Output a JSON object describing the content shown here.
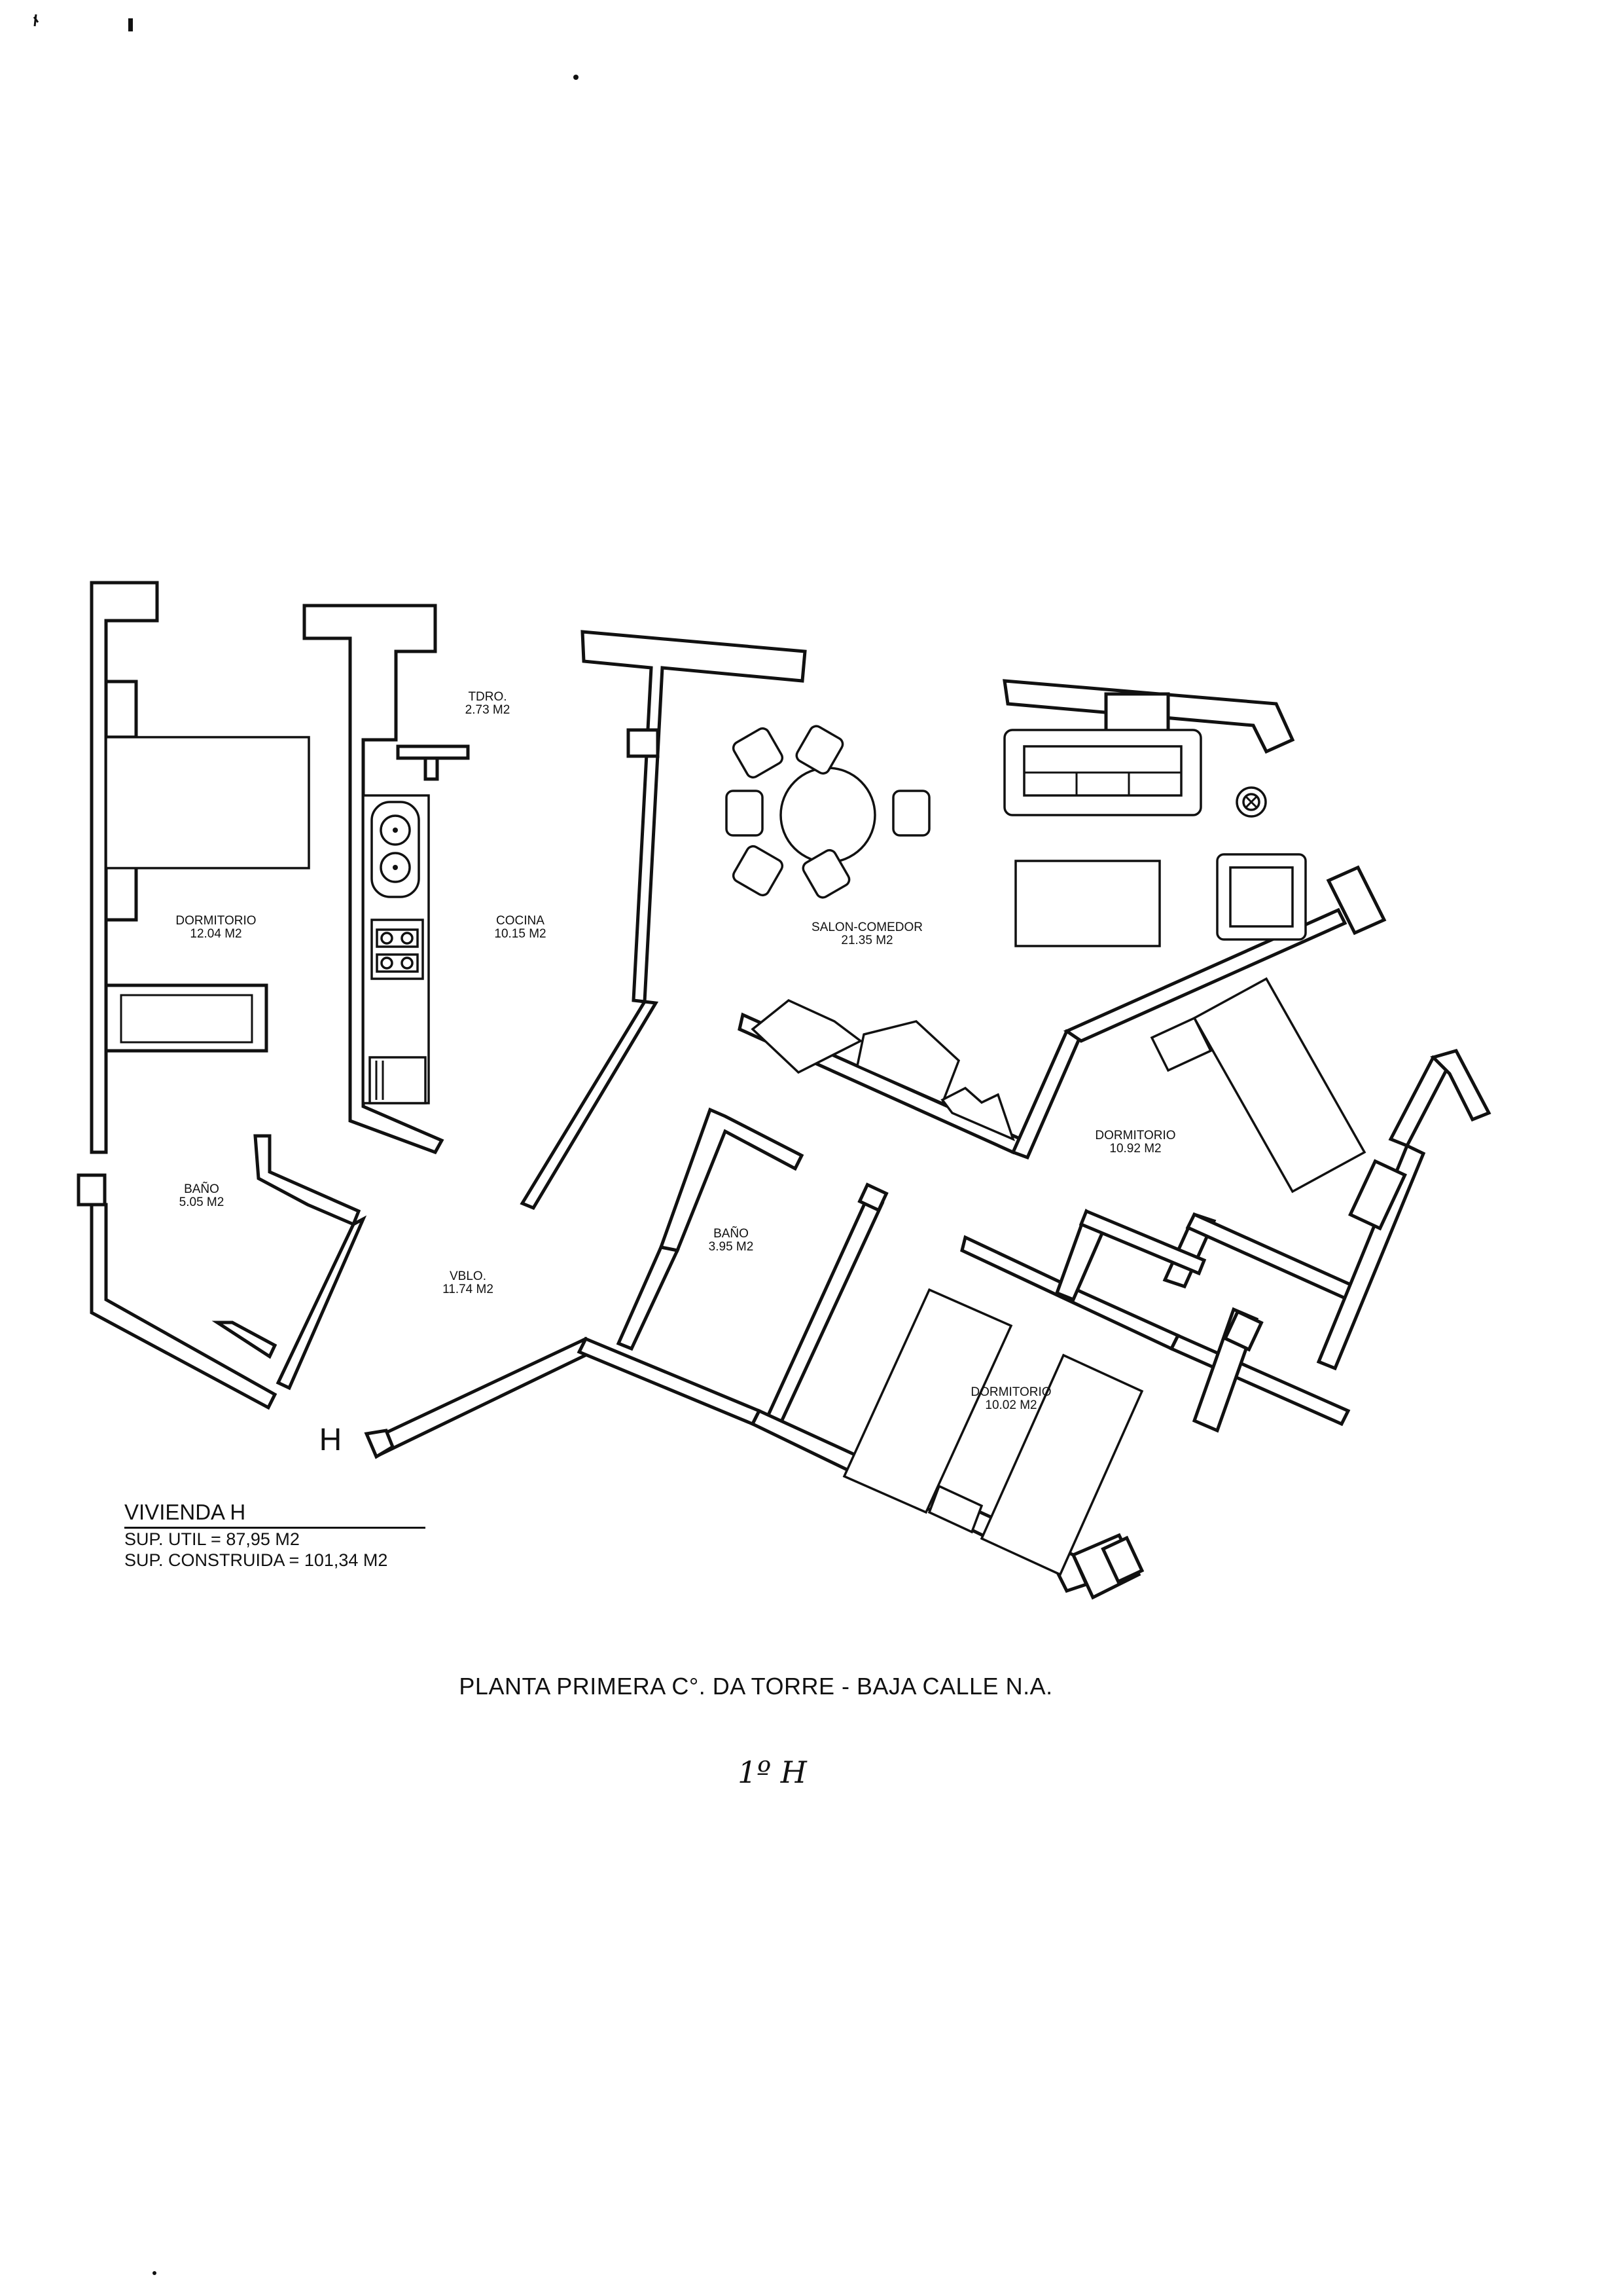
{
  "rooms": {
    "dormitorio_1": {
      "name": "DORMITORIO",
      "area": "12.04 M2"
    },
    "tdro": {
      "name": "TDRO.",
      "area": "2.73 M2"
    },
    "cocina": {
      "name": "COCINA",
      "area": "10.15 M2"
    },
    "salon": {
      "name": "SALON-COMEDOR",
      "area": "21.35 M2"
    },
    "dormitorio_2": {
      "name": "DORMITORIO",
      "area": "10.92 M2"
    },
    "bano_1": {
      "name": "BAÑO",
      "area": "5.05 M2"
    },
    "vblo": {
      "name": "VBLO.",
      "area": "11.74 M2"
    },
    "bano_2": {
      "name": "BAÑO",
      "area": "3.95 M2"
    },
    "dormitorio_3": {
      "name": "DORMITORIO",
      "area": "10.02 M2"
    }
  },
  "entrance_marker": "H",
  "info": {
    "title": "VIVIENDA H",
    "sup_util": "SUP. UTIL = 87,95 M2",
    "sup_construida": "SUP. CONSTRUIDA = 101,34 M2"
  },
  "caption": "PLANTA PRIMERA C°. DA TORRE - BAJA CALLE N.A.",
  "handwritten_note": "1º H"
}
